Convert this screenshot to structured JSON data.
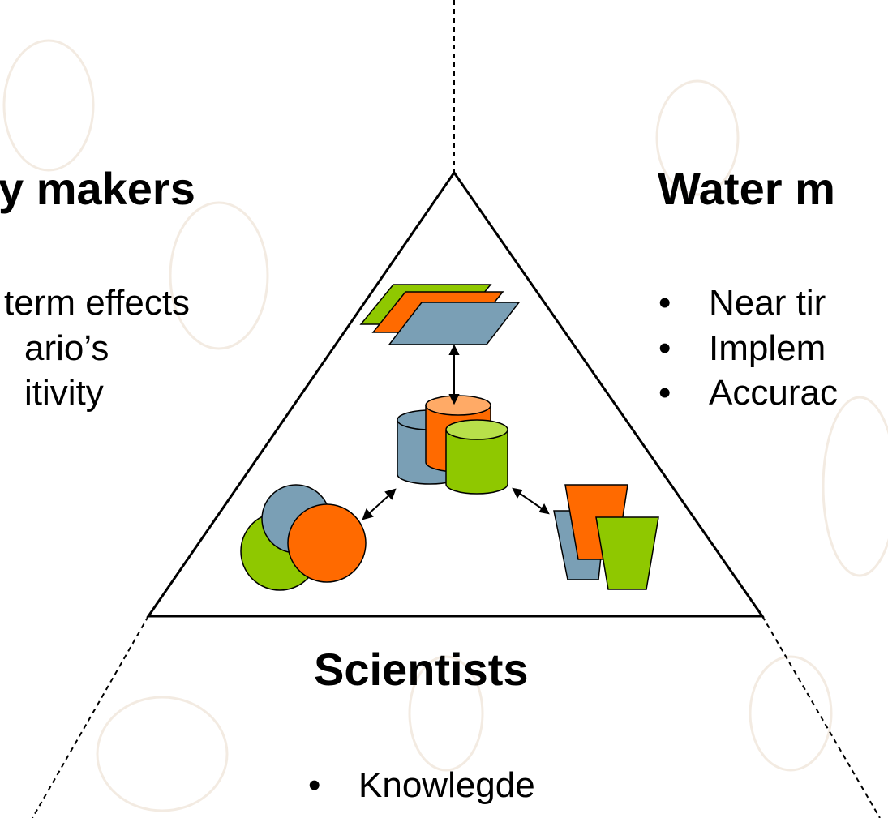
{
  "policy_makers": {
    "heading": "y makers",
    "items": [
      "term effects",
      "ario’s",
      "itivity"
    ]
  },
  "water_managers": {
    "heading": "Water m",
    "items": [
      "Near tir",
      "Implem",
      "Accurac"
    ]
  },
  "scientists": {
    "heading": "Scientists",
    "items": [
      "Knowlegde"
    ]
  },
  "bullet": "•",
  "icons": [
    "data-layers-icon",
    "database-cylinders-icon",
    "models-circles-icon",
    "tools-trapezoids-icon"
  ],
  "colors": {
    "green": "#8fc800",
    "orange": "#ff6a00",
    "blue": "#7a9fb5",
    "line": "#000000"
  }
}
